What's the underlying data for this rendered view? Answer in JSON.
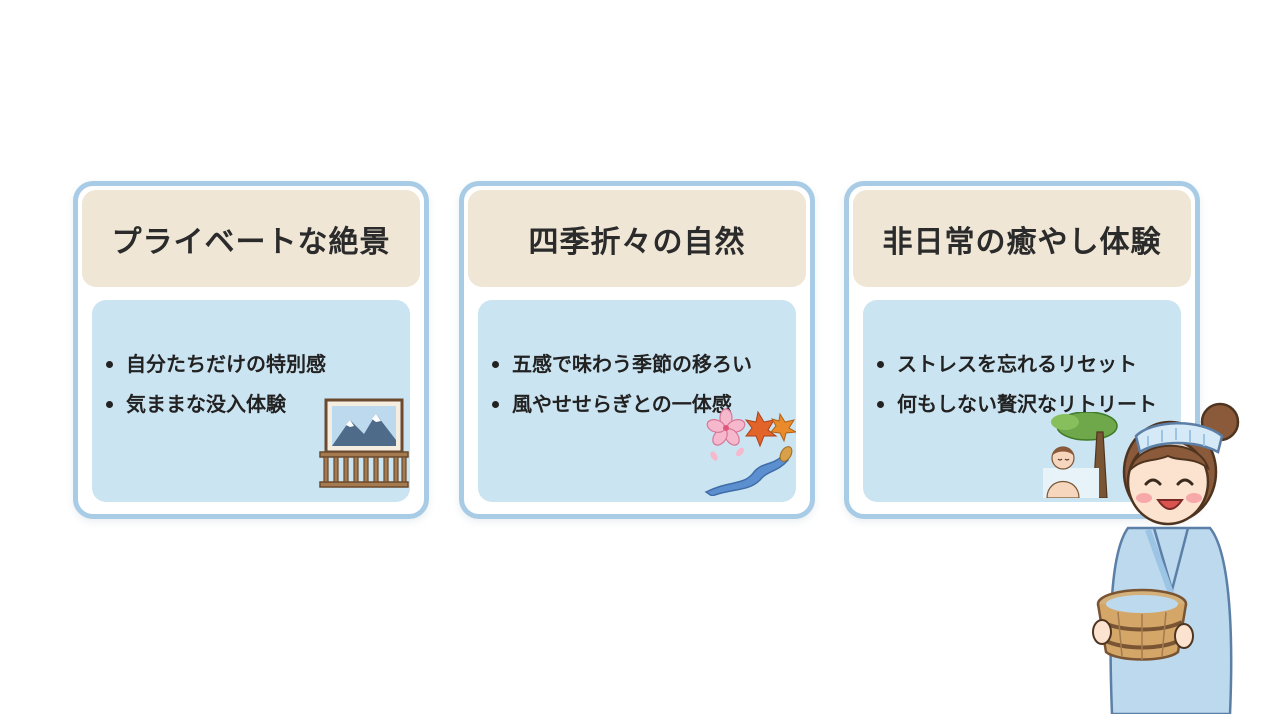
{
  "cards": [
    {
      "title": "プライベートな絶景",
      "bullets": [
        "自分たちだけの特別感",
        "気ままな没入体験"
      ],
      "illustration": "mountain-view-balcony-icon"
    },
    {
      "title": "四季折々の自然",
      "bullets": [
        "五感で味わう季節の移ろい",
        "風やせせらぎとの一体感"
      ],
      "illustration": "sakura-autumn-leaves-stream-icon"
    },
    {
      "title": "非日常の癒やし体験",
      "bullets": [
        "ストレスを忘れるリセット",
        "何もしない贅沢なリトリート"
      ],
      "illustration": "bathing-person-under-tree-icon"
    }
  ],
  "mascot": "woman-in-yukata-with-wooden-bucket",
  "colors": {
    "card_border": "#a9cce6",
    "header_bg": "#efe6d6",
    "body_bg": "#cbe4f1",
    "text": "#2b2b2b"
  }
}
